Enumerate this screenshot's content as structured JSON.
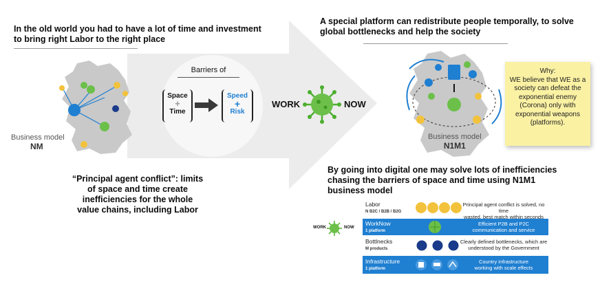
{
  "left": {
    "heading_line1": "In the old world you had to have a lot of time and investment",
    "heading_line2": "to bring right Labor to the right place",
    "model_label": "Business model",
    "model_code": "NM",
    "conflict_line1": "“Principal agent conflict”: limits",
    "conflict_line2": "of space and time create",
    "conflict_line3": "inefficiencies for the whole",
    "conflict_line4": "value chains, including Labor"
  },
  "middle": {
    "barriers_title": "Barriers of",
    "space": "Space",
    "plus": "+",
    "time": "Time",
    "speed": "Speed",
    "plus2": "+",
    "risk": "Risk",
    "work": "WORK",
    "now": "NOW"
  },
  "right": {
    "heading_line1": "A special platform can redistribute people temporally, to solve",
    "heading_line2": "global bottlenecks and help the society",
    "model_label": "Business model",
    "model_code": "N1M1",
    "note": {
      "title": "Why:",
      "line1": "WE believe that WE as a",
      "line2": "society can defeat the",
      "line3": "exponential enemy",
      "line4": "(Corona) only with",
      "line5": "exponential weapons",
      "line6": "(platforms)."
    },
    "digital_line1": "By going into digital one may solve lots of inefficiencies",
    "digital_line2": "chasing the barriers of space and time using N1M1",
    "digital_line3": "business model"
  },
  "table": {
    "logo_work": "WORK",
    "logo_now": "NOW",
    "rows": [
      {
        "title": "Labor",
        "sub": "N B2C / B2B / B2G",
        "desc1": "Principal agent conflict is solved, no time",
        "desc2": "wasted, best match within seconds"
      },
      {
        "title": "WorkNow",
        "sub": "1 platform",
        "desc1": "Efficient P2B and P2C",
        "desc2": "communication and service"
      },
      {
        "title": "Bottlnecks",
        "sub": "M products",
        "desc1": "Clearly defined bottlenecks, which are",
        "desc2": "understood by the Government"
      },
      {
        "title": "Infrastructure",
        "sub": "1 platform",
        "desc1": "Country infrastructure",
        "desc2": "working with scale effects"
      }
    ]
  },
  "colors": {
    "arrow": "#e9e9e9",
    "blue": "#1f7fd1",
    "green": "#6cc04a",
    "gold": "#f3c23c",
    "navy": "#1a3a8a",
    "note": "#faf1a3"
  }
}
